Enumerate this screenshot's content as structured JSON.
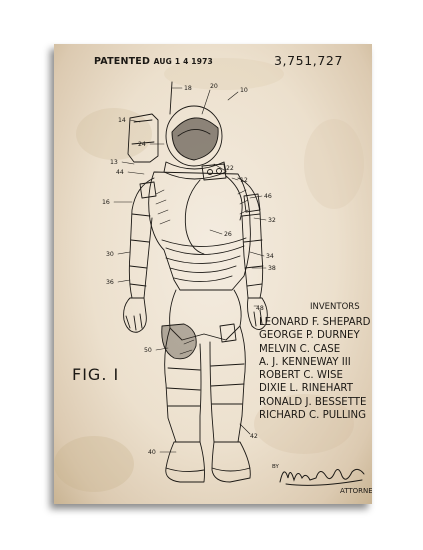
{
  "patent": {
    "patented_prefix": "PATENTED",
    "patented_date": "AUG 1 4 1973",
    "patent_number": "3,751,727",
    "figure_label": "FIG. I",
    "inventors_heading": "INVENTORS",
    "inventors": [
      "LEONARD F. SHEPARD",
      "GEORGE P. DURNEY",
      "MELVIN C. CASE",
      "A. J. KENNEWAY III",
      "ROBERT C. WISE",
      "DIXIE L. RINEHART",
      "RONALD J. BESSETTE",
      "RICHARD C. PULLING"
    ],
    "by_label": "BY",
    "attorney_label": "ATTORNEY",
    "reference_numerals": [
      "18",
      "20",
      "10",
      "14",
      "24",
      "22",
      "12",
      "13",
      "44",
      "46",
      "16",
      "32",
      "26",
      "30",
      "34",
      "38",
      "36",
      "48",
      "50",
      "42",
      "40"
    ]
  },
  "colors": {
    "paper": "#ece0cd",
    "ink": "#1c1915"
  },
  "icons": {
    "drawing": "astronaut-spacesuit-illustration",
    "signature": "attorney-signature"
  }
}
